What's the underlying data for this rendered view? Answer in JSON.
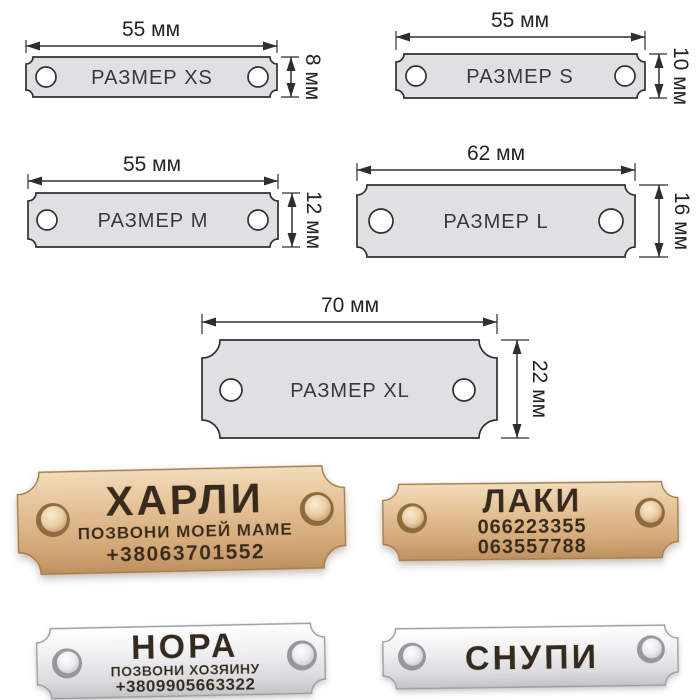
{
  "colors": {
    "background": "#ffffff",
    "diagram_plate": "#e0e0e2",
    "diagram_line": "#2e2e30",
    "gold_plate": "#dfba8c",
    "silver_plate": "#e9e9eb",
    "engraving": "#38291a"
  },
  "diagrams": {
    "xs": {
      "name": "РАЗМЕР XS",
      "width": "55 мм",
      "height": "8 мм"
    },
    "s": {
      "name": "РАЗМЕР S",
      "width": "55 мм",
      "height": "10 мм"
    },
    "m": {
      "name": "РАЗМЕР M",
      "width": "55 мм",
      "height": "12 мм"
    },
    "l": {
      "name": "РАЗМЕР L",
      "width": "62 мм",
      "height": "16 мм"
    },
    "xl": {
      "name": "РАЗМЕР XL",
      "width": "70 мм",
      "height": "22 мм"
    }
  },
  "engraved": {
    "harli": {
      "material": "gold",
      "line1": "ХАРЛИ",
      "line2": "ПОЗВОНИ МОЕЙ МАМЕ",
      "line3": "+38063701552"
    },
    "laki": {
      "material": "gold",
      "line1": "ЛАКИ",
      "line2": "066223355",
      "line3": "063557788"
    },
    "nora": {
      "material": "silver",
      "line1": "НОРА",
      "line2": "ПОЗВОНИ ХОЗЯИНУ",
      "line3": "+3809905663322"
    },
    "snupi": {
      "material": "silver",
      "line1": "СНУПИ"
    }
  }
}
